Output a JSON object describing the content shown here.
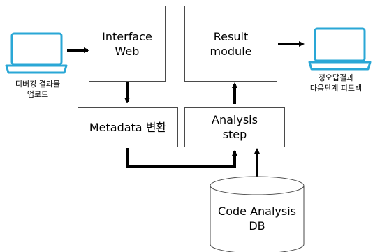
{
  "nodes": {
    "interface_web": {
      "line1": "Interface",
      "line2": "Web"
    },
    "result_module": {
      "line1": "Result",
      "line2": "module"
    },
    "metadata": {
      "label": "Metadata 변환"
    },
    "analysis_step": {
      "line1": "Analysis",
      "line2": "step"
    },
    "database": {
      "line1": "Code Analysis",
      "line2": "DB"
    }
  },
  "captions": {
    "input_line1": "디버깅 결과물",
    "input_line2": "업로드",
    "output_line1": "정오답결과",
    "output_line2": "다음단계 피드백"
  },
  "icons": {
    "input_device": "laptop-icon",
    "output_device": "laptop-icon"
  },
  "colors": {
    "laptop_accent": "#2aa7d6",
    "box_border": "#4a4a4a",
    "arrow": "#000000"
  }
}
